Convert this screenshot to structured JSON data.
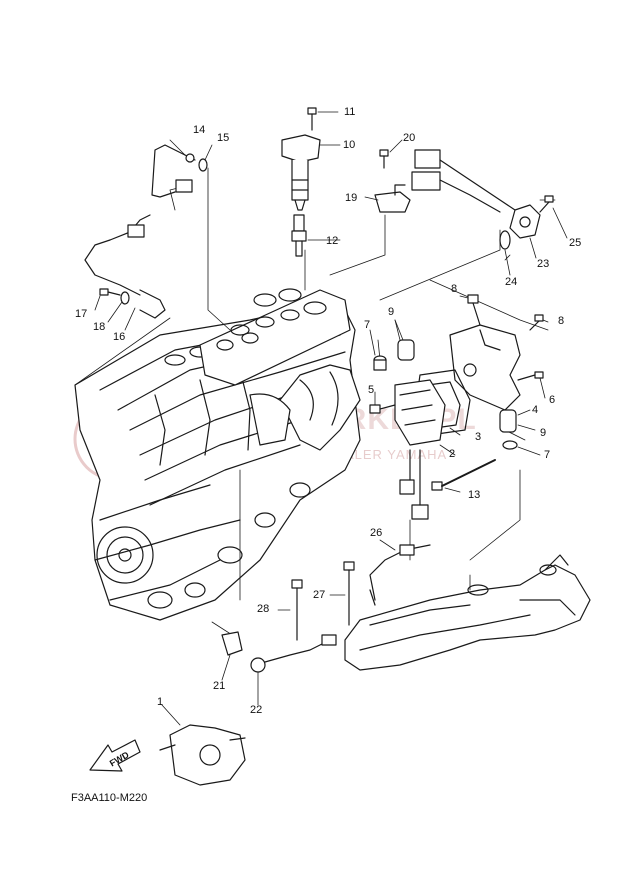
{
  "diagram": {
    "code": "F3AA110-M220",
    "fwd_label": "FWD",
    "watermark": {
      "main": "JETMARKET.PL",
      "sub": "OFICJALNY DEALER YAMAHA",
      "color": "#d9a8a8"
    },
    "callouts": [
      "11",
      "14",
      "15",
      "10",
      "20",
      "12",
      "19",
      "25",
      "23",
      "24",
      "8",
      "9",
      "17",
      "18",
      "16",
      "7",
      "8",
      "5",
      "6",
      "4",
      "3",
      "9",
      "2",
      "7",
      "13",
      "26",
      "28",
      "27",
      "21",
      "22",
      "1"
    ]
  },
  "colors": {
    "line": "#1a1a1a",
    "background": "#ffffff"
  }
}
